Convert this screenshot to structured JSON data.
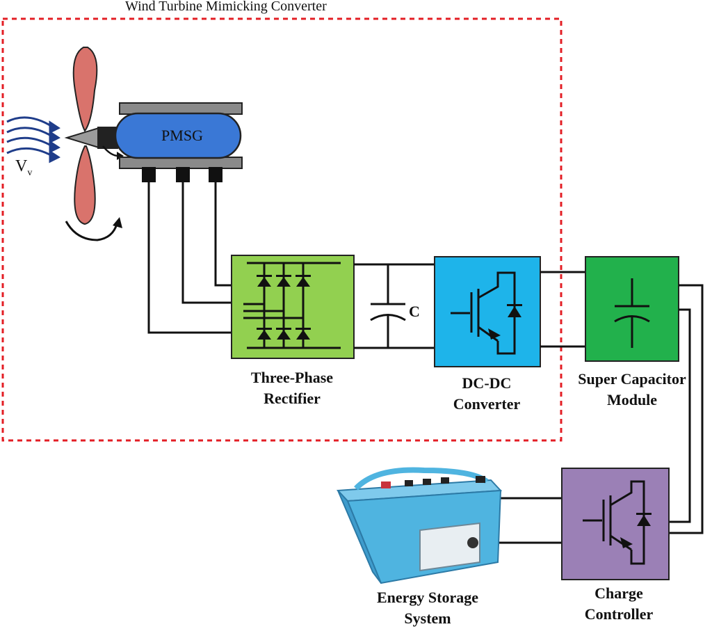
{
  "title": "Wind Turbine Mimicking Converter",
  "generator": "PMSG",
  "wind_label": "V",
  "wind_sub": "v",
  "capacitor_label": "C",
  "blocks": {
    "rectifier": [
      "Three-Phase",
      "Rectifier"
    ],
    "dcdc": [
      "DC-DC",
      "Converter"
    ],
    "supercap": [
      "Super Capacitor",
      "Module"
    ],
    "storage": [
      "Energy Storage",
      "System"
    ],
    "charger": [
      "Charge",
      "Controller"
    ]
  },
  "colors": {
    "outline": "#e31e24",
    "rectifier": "#92d050",
    "dcdc": "#1eb4ea",
    "supercap": "#22b14c",
    "charger": "#9b80b6",
    "pmsg": "#3a78d6",
    "blade": "#d9736c",
    "battery": "#4fb4e0",
    "wind": "#1f3d8a"
  }
}
